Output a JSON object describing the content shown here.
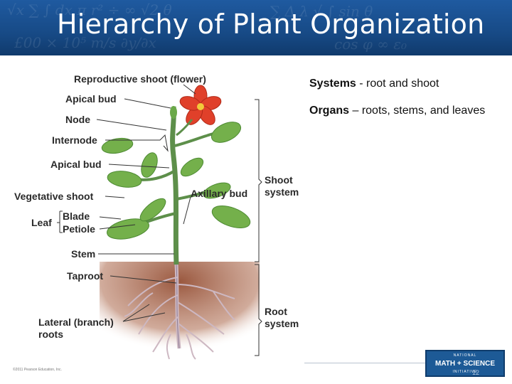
{
  "slide": {
    "title": "Hierarchy of Plant Organization",
    "slide_number": "12"
  },
  "bullets": [
    {
      "term": "Systems",
      "sep": " - ",
      "text": "root and shoot"
    },
    {
      "term": "Organs",
      "sep": " – ",
      "text": "roots, stems, and leaves"
    }
  ],
  "diagram": {
    "labels": {
      "reproductive_shoot": "Reproductive shoot (flower)",
      "apical_bud_top": "Apical bud",
      "node": "Node",
      "internode": "Internode",
      "apical_bud_side": "Apical bud",
      "vegetative_shoot": "Vegetative shoot",
      "leaf": "Leaf",
      "blade": "Blade",
      "petiole": "Petiole",
      "stem": "Stem",
      "taproot": "Taproot",
      "lateral_roots_1": "Lateral (branch)",
      "lateral_roots_2": "roots",
      "axillary_bud": "Axillary bud",
      "shoot_system_1": "Shoot",
      "shoot_system_2": "system",
      "root_system_1": "Root",
      "root_system_2": "system"
    },
    "copyright": "©2011 Pearson Education, Inc."
  },
  "logo": {
    "top": "NATIONAL",
    "main": "MATH + SCIENCE",
    "bottom": "INITIATIVE"
  },
  "colors": {
    "header": "#1a4f8f",
    "leaf": "#6fb04a",
    "soil": "#a0604a",
    "flower": "#e0402a"
  }
}
